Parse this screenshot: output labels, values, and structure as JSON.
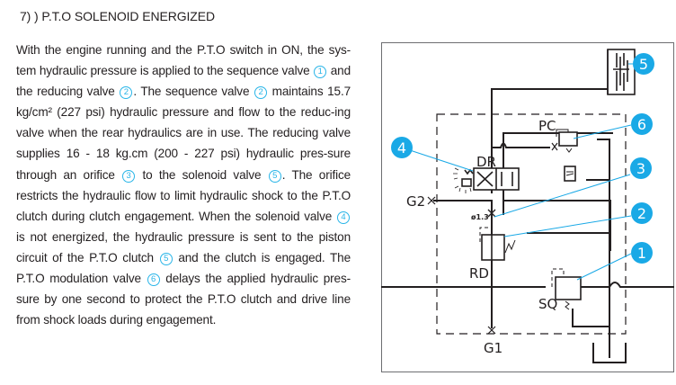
{
  "section": {
    "title": "7) ) P.T.O SOLENOID ENERGIZED"
  },
  "paragraph": {
    "segments": [
      {
        "text": "With the engine running and the P.T.O switch in ON, the sys-tem hydraulic pressure is applied to the sequence valve "
      },
      {
        "ref": "1"
      },
      {
        "text": " and the reducing valve "
      },
      {
        "ref": "2"
      },
      {
        "text": ". The sequence valve "
      },
      {
        "ref": "2"
      },
      {
        "text": " maintains 15.7 kg/cm² (227 psi) hydraulic pressure and flow to the reduc-ing valve when the rear hydraulics are in use. The reducing valve supplies 16 - 18 kg.cm (200 - 227 psi) hydraulic pres-sure through an orifice "
      },
      {
        "ref": "3"
      },
      {
        "text": " to the solenoid valve "
      },
      {
        "ref": "5"
      },
      {
        "text": ". The orifice restricts the hydraulic flow to limit hydraulic shock to the P.T.O clutch during clutch engagement. When the solenoid valve "
      },
      {
        "ref": "4"
      },
      {
        "text": " is not energized, the hydraulic pressure is sent to the piston circuit of the P.T.O clutch "
      },
      {
        "ref": "5"
      },
      {
        "text": " and the clutch is engaged. The P.T.O modulation valve "
      },
      {
        "ref": "6"
      },
      {
        "text": " delays the applied hydraulic pres-sure by one second to protect the P.T.O clutch and drive line from shock loads during engagement."
      }
    ]
  },
  "diagram": {
    "labels": {
      "dr": "DR",
      "pc": "PC",
      "rd": "RD",
      "sq": "SQ",
      "g1": "G1",
      "g2": "G2",
      "orifice": "ø1.3"
    },
    "callouts": [
      {
        "id": "1",
        "number": "1",
        "target": "sequence-valve"
      },
      {
        "id": "2",
        "number": "2",
        "target": "reducing-valve"
      },
      {
        "id": "3",
        "number": "3",
        "target": "orifice"
      },
      {
        "id": "4",
        "number": "4",
        "target": "solenoid-valve"
      },
      {
        "id": "5",
        "number": "5",
        "target": "pto-clutch"
      },
      {
        "id": "6",
        "number": "6",
        "target": "modulation-valve"
      }
    ],
    "colors": {
      "callout": "#1aa9e6",
      "leader": "#1aa9e6",
      "line": "#231f20"
    }
  }
}
